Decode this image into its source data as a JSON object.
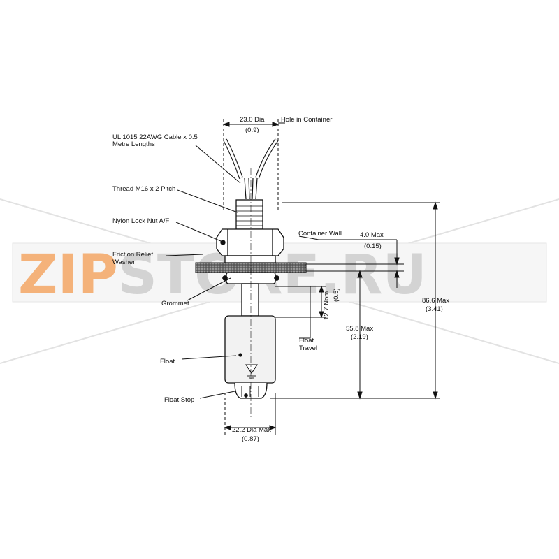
{
  "watermark": {
    "part1": "ZIP",
    "part2": "STORE.RU",
    "color1": "#f4b27a",
    "color2": "#d3d3d3"
  },
  "labels": {
    "cable_line1": "UL 1015 22AWG Cable x 0.5",
    "cable_line2": "Metre Lengths",
    "thread": "Thread M16 x 2 Pitch",
    "nut": "Nylon Lock Nut A/F",
    "washer_line1": "Friction Relief",
    "washer_line2": "Washer",
    "grommet": "Grommet",
    "float": "Float",
    "float_stop": "Float Stop",
    "container_wall": "Container Wall",
    "hole": "Hole in Container",
    "float_travel_line1": "Float",
    "float_travel_line2": "Travel"
  },
  "dimensions": {
    "hole_dia": "23.0 Dia",
    "hole_dia_in": "(0.9)",
    "wall_max": "4.0 Max",
    "wall_max_in": "(0.15)",
    "travel": "12.7 Nom",
    "travel_in": "(0.5)",
    "mid_len": "55.8 Max",
    "mid_len_in": "(2.19)",
    "total_len": "86.6 Max",
    "total_len_in": "(3.41)",
    "float_dia": "22.2 Dia Max",
    "float_dia_in": "(0.87)"
  },
  "colors": {
    "line": "#111111",
    "washer": "#555555",
    "float_body": "#f2f2f2"
  }
}
